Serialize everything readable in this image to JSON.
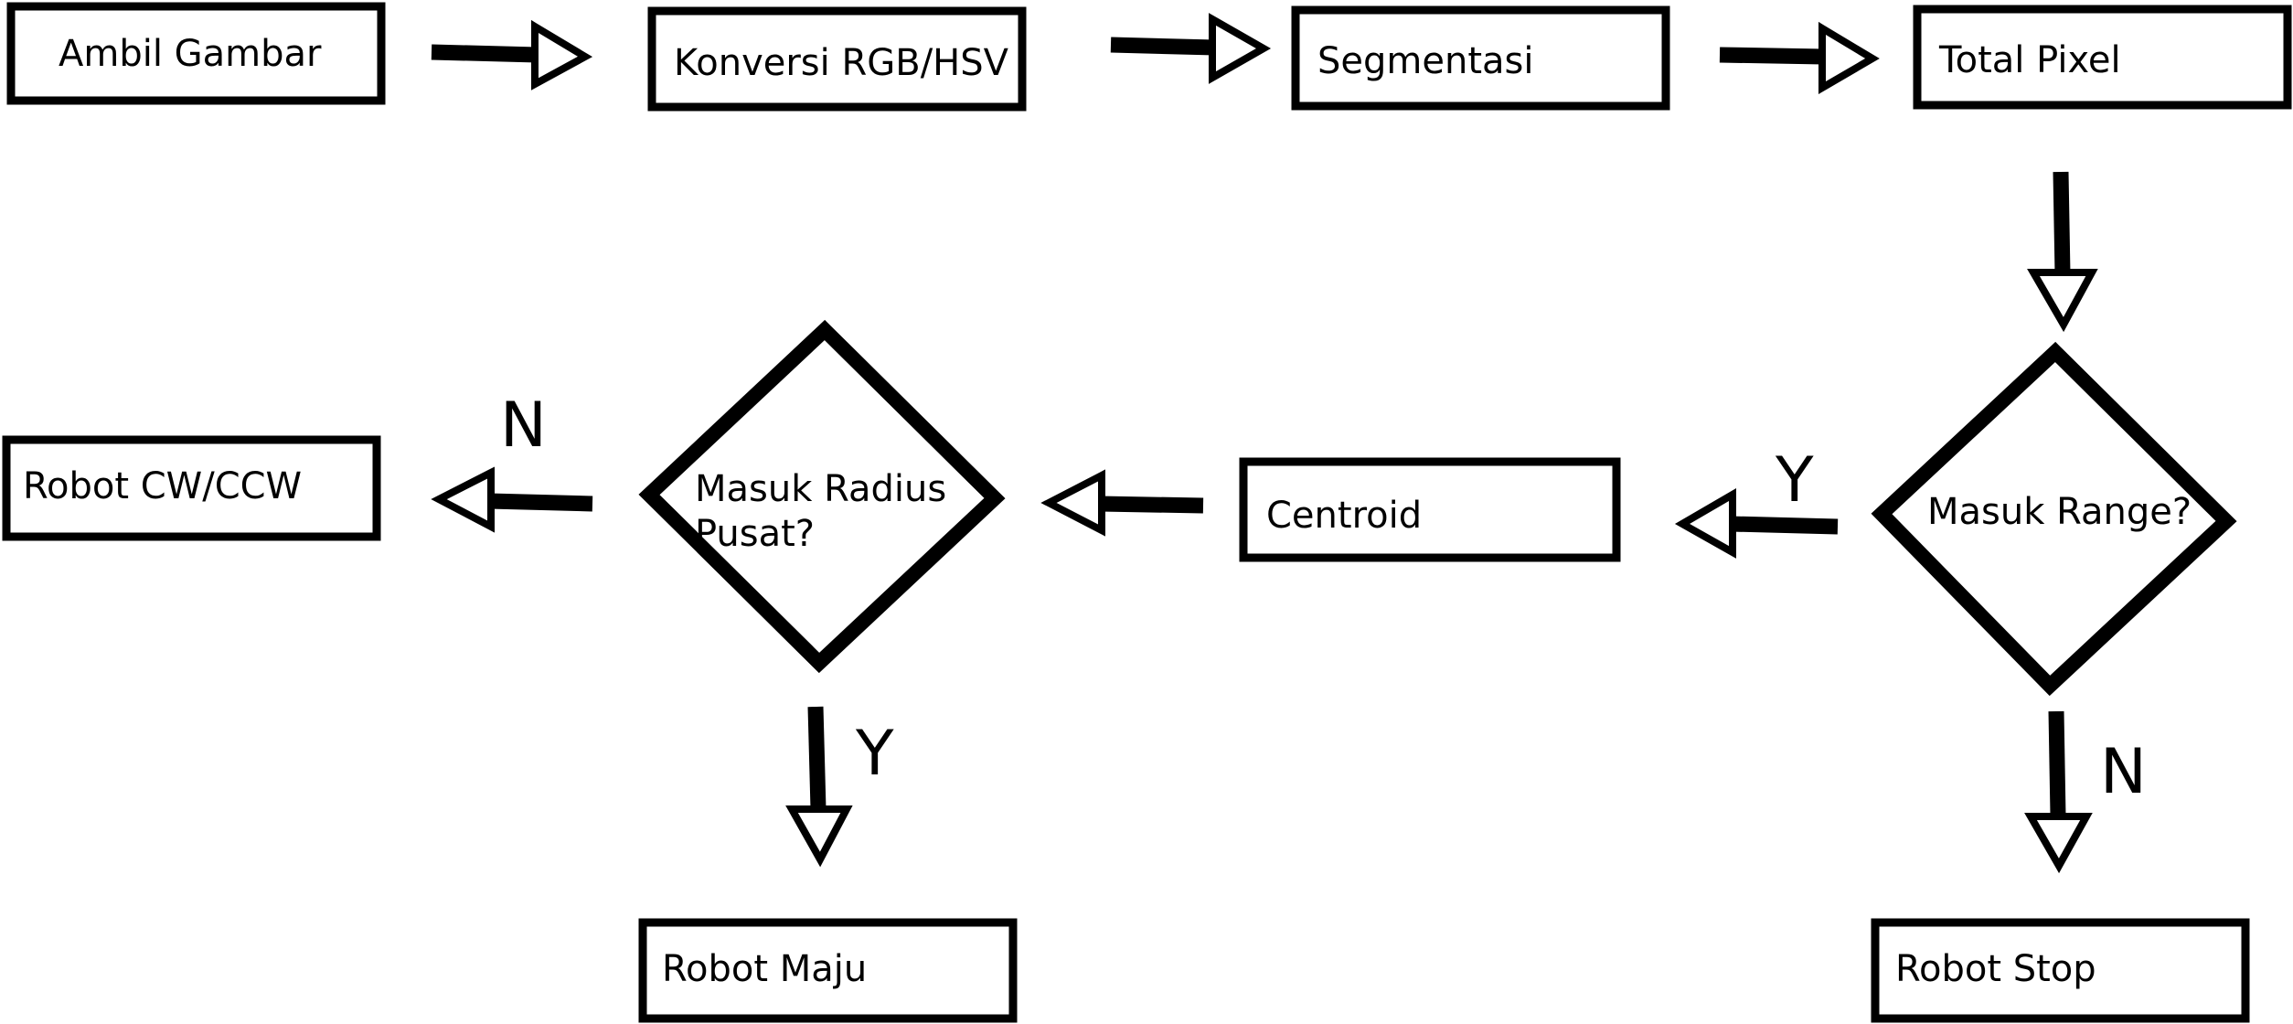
{
  "nodes": {
    "ambil_gambar": "Ambil Gambar",
    "konversi": "Konversi RGB/HSV",
    "segmentasi": "Segmentasi",
    "total_pixel": "Total Pixel",
    "masuk_range": "Masuk Range?",
    "centroid": "Centroid",
    "masuk_radius_line1": "Masuk Radius",
    "masuk_radius_line2": "Pusat?",
    "robot_cw_ccw": "Robot CW/CCW",
    "robot_maju": "Robot Maju",
    "robot_stop": "Robot Stop"
  },
  "edge_labels": {
    "range_yes": "Y",
    "range_no": "N",
    "radius_yes": "Y",
    "radius_no": "N"
  }
}
